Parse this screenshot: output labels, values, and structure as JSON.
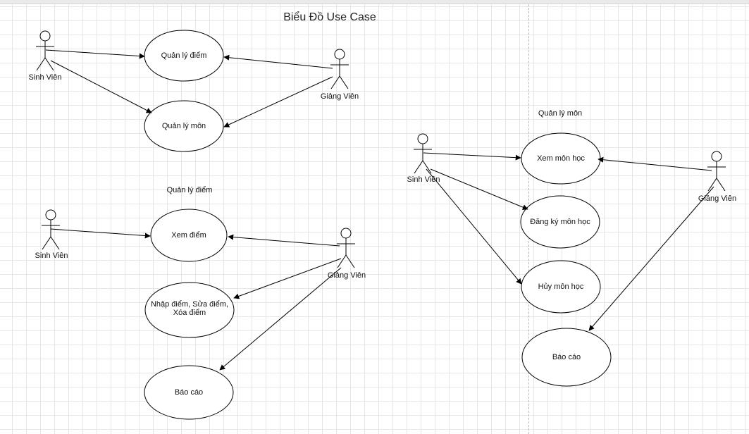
{
  "diagram": {
    "title": "Biểu Đồ Use Case",
    "sections": {
      "quan_ly_mon": "Quản lý môn",
      "quan_ly_diem": "Quản lý điểm"
    },
    "actors": {
      "a1": "Sinh Viên",
      "a2": "Giảng Viên",
      "a3": "Sinh Viên",
      "a4": "Giảng Viên",
      "a5": "Sinh Viên",
      "a6": "Giảng Viên"
    },
    "usecases": {
      "u1": "Quản lý điểm",
      "u2": "Quản lý môn",
      "u3": "Xem điểm",
      "u4": "Nhập điểm, Sửa điểm, Xóa điểm",
      "u5": "Báo cáo",
      "u6": "Xem môn học",
      "u7": "Đăng ký môn học",
      "u8": "Hủy môn học",
      "u9": "Báo cáo"
    },
    "line_color": "#000000"
  }
}
